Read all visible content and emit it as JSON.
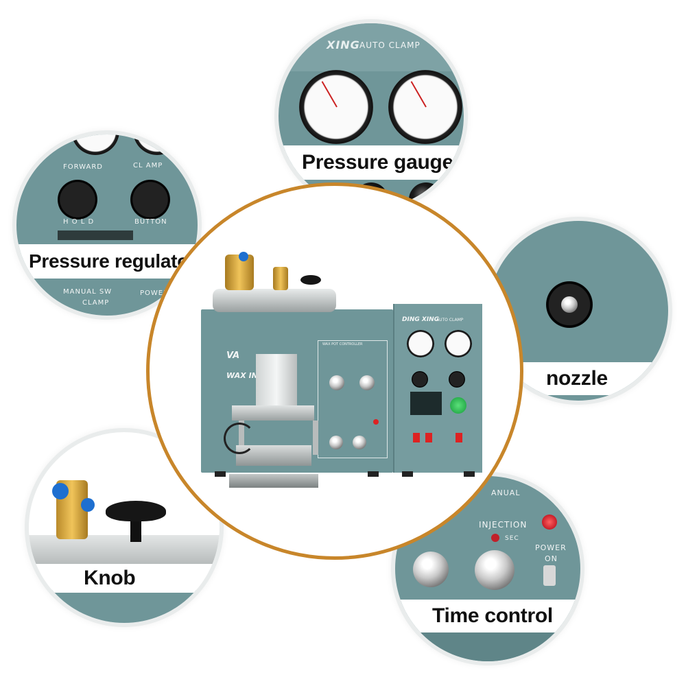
{
  "callouts": {
    "pressure_gauge": "Pressure gauge",
    "pressure_regulator": "Pressure regulator",
    "nozzle": "nozzle",
    "knob": "Knob",
    "time_control": "Time control"
  },
  "panel_text": {
    "brand_partial": "XING",
    "auto_clamp": "AUTO CLAMP",
    "forward": "FORWARD",
    "clamp": "CL AMP",
    "hold": "H O L D",
    "button": "BUTTON",
    "manual_sw": "MANUAL SW",
    "power": "POWER",
    "clamp2": "CLAMP",
    "manual_partial": "ANUAL",
    "injection": "INJECTION",
    "sec": "SEC",
    "power2": "POWER",
    "on": "ON",
    "main_brand": "DING XING",
    "main_auto_clamp": "AUTO CLAMP",
    "main_wax_pot": "WAX POT CONTROLLER",
    "main_wax_injector": "WAX IN  TOR",
    "main_va": "VA"
  },
  "colors": {
    "machine_teal": "#6f9699",
    "main_ring": "#c8862a",
    "callout_border": "#e9ecec"
  }
}
